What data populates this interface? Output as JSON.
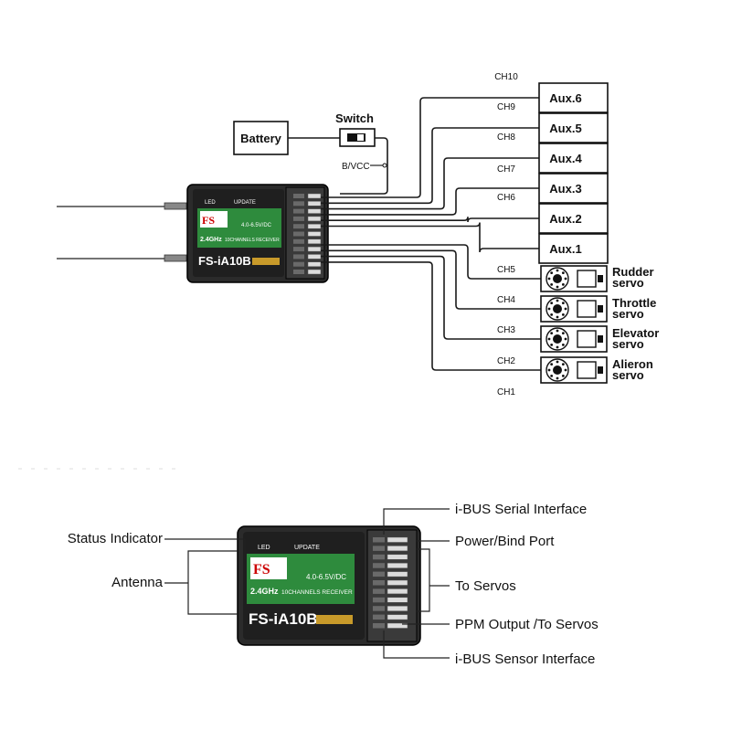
{
  "top": {
    "battery_label": "Battery",
    "switch_label": "Switch",
    "bvcc_label": "B/VCC",
    "aux_boxes": [
      "Aux.6",
      "Aux.5",
      "Aux.4",
      "Aux.3",
      "Aux.2",
      "Aux.1"
    ],
    "aux_channels": [
      "CH9",
      "CH8",
      "CH7",
      "CH6"
    ],
    "ch10_label": "CH10",
    "servo_channels": [
      "CH5",
      "CH4",
      "CH3",
      "CH2",
      "CH1"
    ],
    "servos": [
      {
        "line1": "Rudder",
        "line2": "servo"
      },
      {
        "line1": "Throttle",
        "line2": "servo"
      },
      {
        "line1": "Elevator",
        "line2": "servo"
      },
      {
        "line1": "Alieron",
        "line2": "servo"
      }
    ]
  },
  "receiver": {
    "model": "FS-iA10B",
    "band": "2.4GHz",
    "channels_text": "10CHANNELS RECEIVER",
    "voltage": "4.0-6.5V/DC",
    "led_label": "LED",
    "update_label": "UPDATE"
  },
  "bottom": {
    "labels": {
      "status_indicator": "Status Indicator",
      "antenna": "Antenna",
      "ibus_serial": "i-BUS Serial Interface",
      "power_bind": "Power/Bind Port",
      "to_servos": "To Servos",
      "ppm_output": "PPM Output /To Servos",
      "ibus_sensor": "i-BUS Sensor Interface"
    }
  },
  "colors": {
    "wire": "#1a1a1a",
    "receiver_body": "#2b2b2b",
    "receiver_label": "#2e8b3d"
  }
}
